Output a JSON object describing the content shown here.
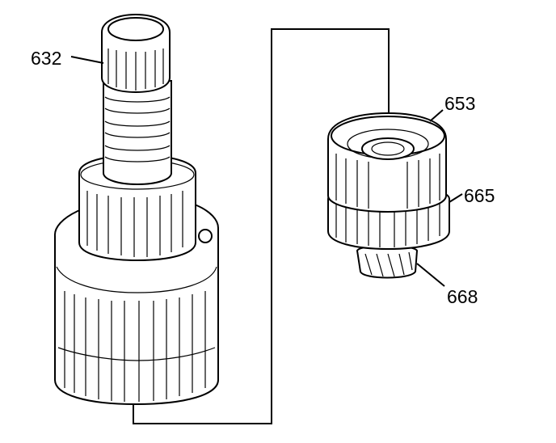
{
  "diagram": {
    "callouts": [
      {
        "id": "632",
        "label": "632"
      },
      {
        "id": "653",
        "label": "653"
      },
      {
        "id": "665",
        "label": "665"
      },
      {
        "id": "668",
        "label": "668"
      }
    ],
    "colors": {
      "ink": "#000000",
      "paper": "#ffffff"
    }
  }
}
